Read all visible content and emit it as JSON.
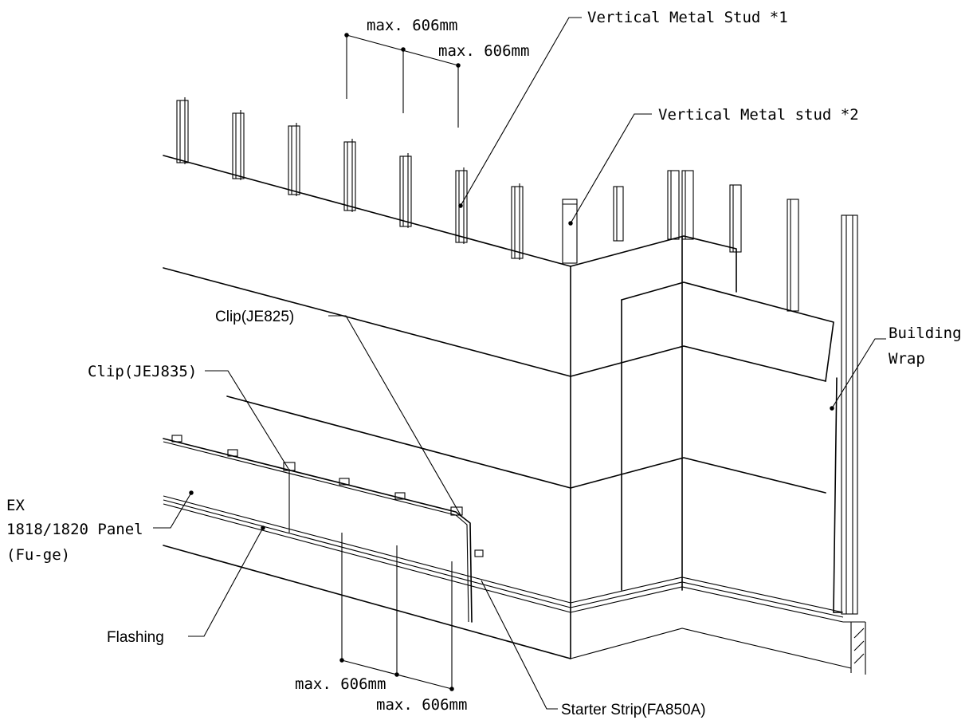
{
  "labels": {
    "vertical_stud_1": "Vertical Metal Stud  *1",
    "vertical_stud_2": "Vertical Metal stud  *2",
    "dim_top_1": "max. 606mm",
    "dim_top_2": "max. 606mm",
    "clip_je825": "Clip(JE825)",
    "clip_jej835": "Clip(JEJ835)",
    "building_wrap_1": "Building",
    "building_wrap_2": "Wrap",
    "panel_1": "EX",
    "panel_2": "1818/1820 Panel",
    "panel_3": "(Fu-ge)",
    "flashing": "Flashing",
    "dim_bottom_1": "max. 606mm",
    "dim_bottom_2": "max. 606mm",
    "starter_strip": "Starter Strip(FA850A)"
  }
}
